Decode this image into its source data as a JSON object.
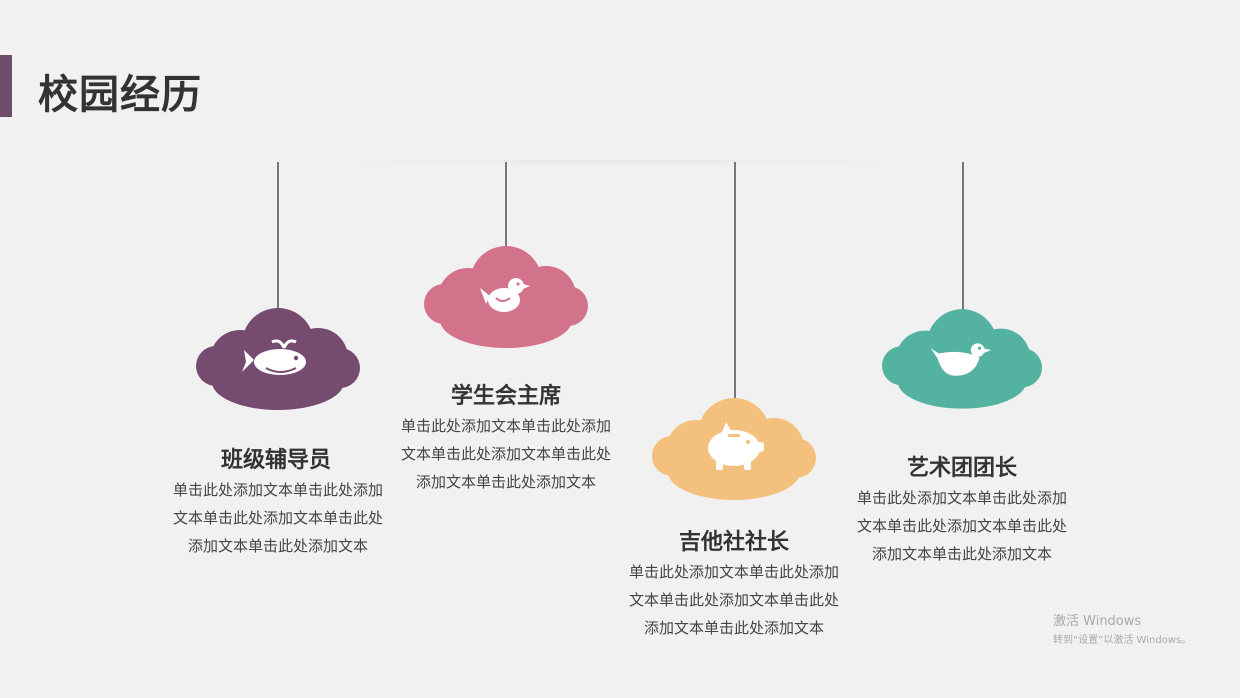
{
  "slide": {
    "title": "校园经历"
  },
  "items": [
    {
      "title": "班级辅导员",
      "description": "单击此处添加文本单击此处添加文本单击此处添加文本单击此处添加文本单击此处添加文本",
      "color": "#754b6f",
      "icon": "whale-icon"
    },
    {
      "title": "学生会主席",
      "description": "单击此处添加文本单击此处添加文本单击此处添加文本单击此处添加文本单击此处添加文本",
      "color": "#d3728b",
      "icon": "bird-icon"
    },
    {
      "title": "吉他社社长",
      "description": "单击此处添加文本单击此处添加文本单击此处添加文本单击此处添加文本单击此处添加文本",
      "color": "#f4c07e",
      "icon": "piggy-bank-icon"
    },
    {
      "title": "艺术团团长",
      "description": "单击此处添加文本单击此处添加文本单击此处添加文本单击此处添加文本单击此处添加文本",
      "color": "#53b3a0",
      "icon": "bird-icon"
    }
  ],
  "watermark": {
    "line1": "激活 Windows",
    "line2": "转到“设置”以激活 Windows。"
  }
}
